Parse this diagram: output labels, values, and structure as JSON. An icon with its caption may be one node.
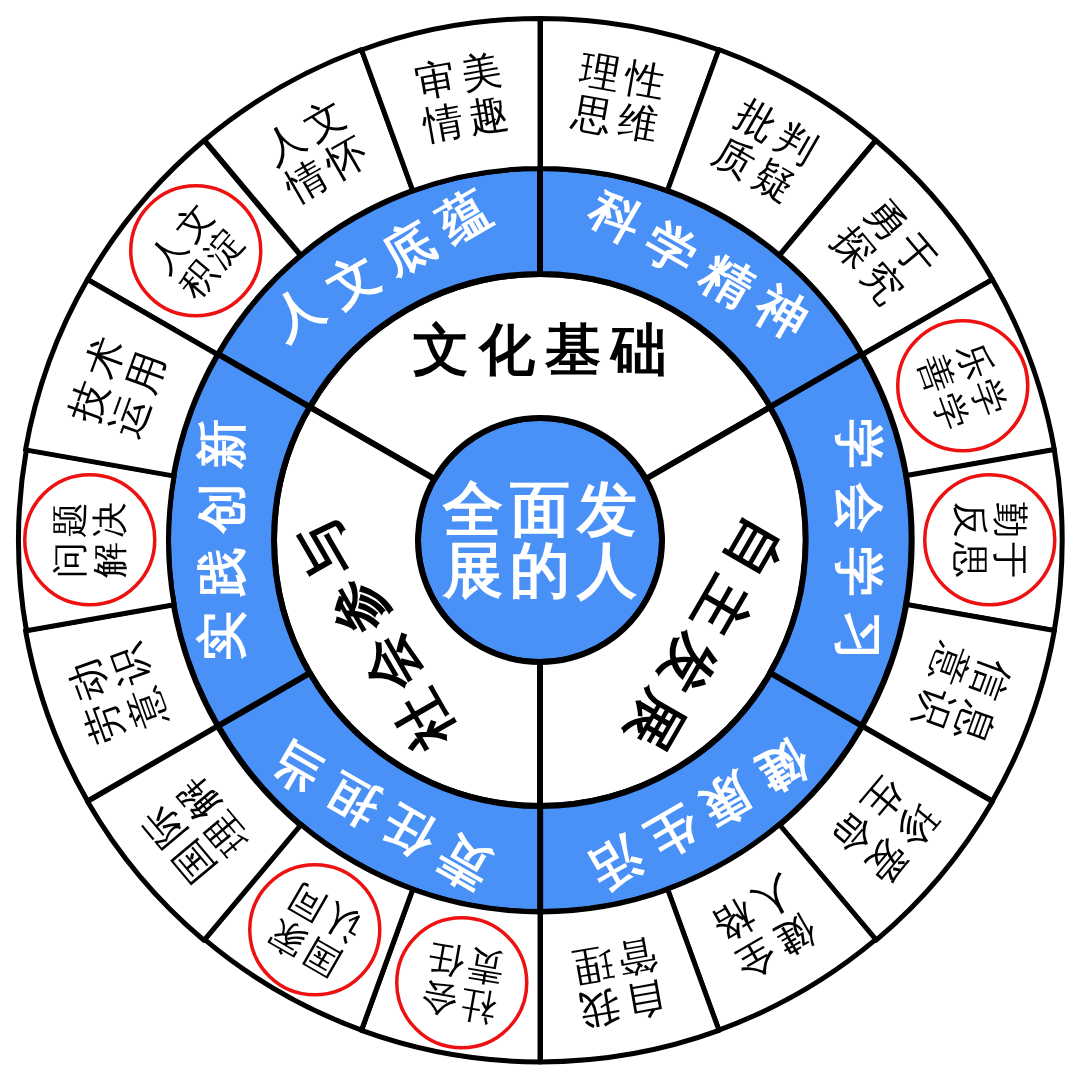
{
  "diagram": {
    "nodes": [
      {
        "text": [
          "全面发展的人"
        ]
      },
      {
        "text": [
          "文化基础"
        ]
      },
      {
        "text": [
          "自主发展"
        ]
      },
      {
        "text": [
          "社会参与"
        ]
      },
      {
        "text": [
          "人文底蕴"
        ]
      },
      {
        "text": [
          "科学精神"
        ]
      },
      {
        "text": [
          "学会学习"
        ]
      },
      {
        "text": [
          "健康生活"
        ]
      },
      {
        "text": [
          "责任担当"
        ]
      },
      {
        "text": [
          "实践创新"
        ]
      },
      {
        "text": [],
        "shape": "sector"
      },
      {
        "text": [
          "人文积淀"
        ],
        "in": 10
      },
      {
        "text": [
          "人文情怀"
        ]
      },
      {
        "text": [
          "审美情趣"
        ]
      },
      {
        "text": [
          "理性思维"
        ]
      },
      {
        "text": [
          "批判质疑"
        ]
      },
      {
        "text": [
          "勇于探究"
        ]
      },
      {
        "text": [],
        "shape": "sector"
      },
      {
        "text": [
          "乐学善学"
        ],
        "in": 17
      },
      {
        "text": [],
        "shape": "sector"
      },
      {
        "text": [
          "勤于反思"
        ],
        "in": 19
      },
      {
        "text": [
          "信息意识"
        ]
      },
      {
        "text": [
          "珍爱生命"
        ]
      },
      {
        "text": [
          "健全人格"
        ]
      },
      {
        "text": [
          "自我管理"
        ]
      },
      {
        "text": [],
        "shape": "sector"
      },
      {
        "text": [
          "社会责任"
        ],
        "in": 25
      },
      {
        "text": [],
        "shape": "sector"
      },
      {
        "text": [
          "国家认同"
        ],
        "in": 27
      },
      {
        "text": [
          "国际理解"
        ]
      },
      {
        "text": [
          "劳动意识"
        ]
      },
      {
        "text": [],
        "shape": "sector"
      },
      {
        "text": [
          "问题解决"
        ],
        "in": 31
      },
      {
        "text": [
          "技术运用"
        ]
      }
    ]
  }
}
